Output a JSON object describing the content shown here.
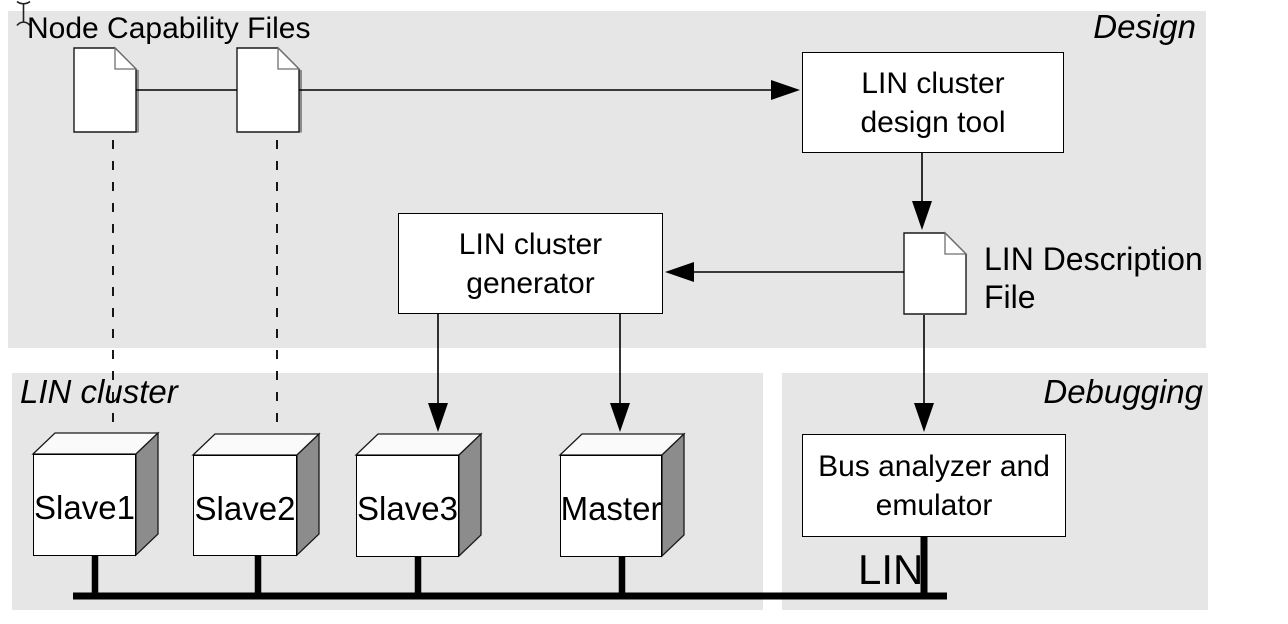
{
  "regions": {
    "design": {
      "label": "Design"
    },
    "lin_cluster": {
      "label": "LIN cluster"
    },
    "debugging": {
      "label": "Debugging"
    }
  },
  "labels": {
    "node_capability_files": "Node Capability Files",
    "lin_description_file": {
      "line1": "LIN Description",
      "line2": "File"
    },
    "lin_bus": "LIN"
  },
  "boxes": {
    "design_tool": {
      "line1": "LIN cluster",
      "line2": "design tool"
    },
    "cluster_generator": {
      "line1": "LIN cluster",
      "line2": "generator"
    },
    "bus_analyzer": {
      "line1": "Bus analyzer and",
      "line2": "emulator"
    }
  },
  "nodes": [
    {
      "id": "slave1",
      "label": "Slave1"
    },
    {
      "id": "slave2",
      "label": "Slave2"
    },
    {
      "id": "slave3",
      "label": "Slave3"
    },
    {
      "id": "master",
      "label": "Master"
    }
  ],
  "icons": {
    "ncf_file_1": "document-icon",
    "ncf_file_2": "document-icon",
    "ldf_file": "document-icon",
    "pointer": "text-cursor-icon"
  },
  "colors": {
    "region_bg": "#e6e6e6",
    "box_bg": "#ffffff",
    "line": "#000000",
    "cube_front": "#ffffff",
    "cube_top": "#fafafa",
    "cube_side": "#8c8c8c",
    "fold_edge": "#6f6f6f",
    "doc_shadow": "#8c8c8c"
  }
}
